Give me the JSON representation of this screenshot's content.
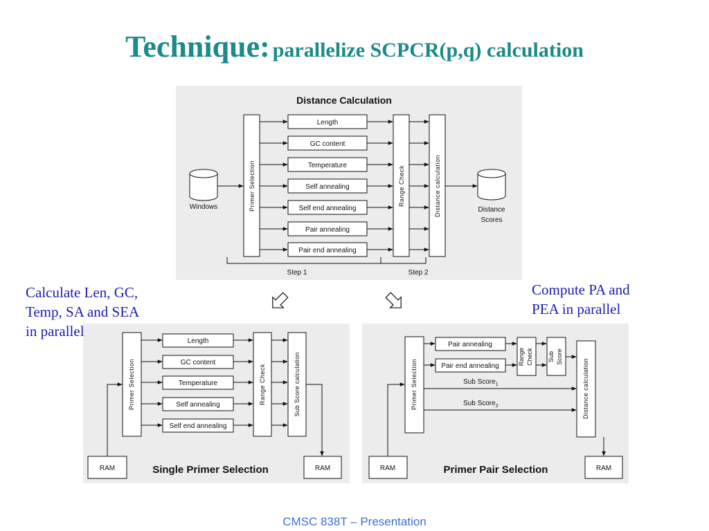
{
  "slide": {
    "title_main": "Technique:",
    "title_rest": "parallelize SCPCR(p,q) calculation",
    "footer": "CMSC 838T – Presentation",
    "note_left": "Calculate Len, GC,\nTemp, SA and SEA\nin parallel",
    "note_right": "Compute PA and\nPEA in parallel"
  },
  "top": {
    "title": "Distance Calculation",
    "input": "Windows",
    "output_line1": "Distance",
    "output_line2": "Scores",
    "primer_selection": "Primer Selection",
    "range_check": "Range Check",
    "distance_calc": "Distance calculation",
    "features": [
      "Length",
      "GC content",
      "Temperature",
      "Self annealing",
      "Self end annealing",
      "Pair annealing",
      "Pair end annealing"
    ],
    "step1": "Step 1",
    "step2": "Step 2"
  },
  "single": {
    "title": "Single Primer Selection",
    "ram_in": "RAM",
    "ram_out": "RAM",
    "primer_selection": "Primer Selection",
    "range_check": "Range Check",
    "sub_score_calc": "Sub Score calculation",
    "features": [
      "Length",
      "GC content",
      "Temperature",
      "Self annealing",
      "Self end annealing"
    ]
  },
  "pair": {
    "title": "Primer Pair Selection",
    "ram_in": "RAM",
    "ram_out": "RAM",
    "primer_selection": "Primer Selection",
    "range_check_1": "Range",
    "range_check_2": "Check",
    "sub_score_1": "Sub",
    "sub_score_2": "Score",
    "distance_calc": "Distance calculation",
    "features": [
      "Pair annealing",
      "Pair end annealing"
    ],
    "sub_score_a": "Sub Score",
    "sub_score_a_sub": "1",
    "sub_score_b": "Sub Score",
    "sub_score_b_sub": "2"
  }
}
